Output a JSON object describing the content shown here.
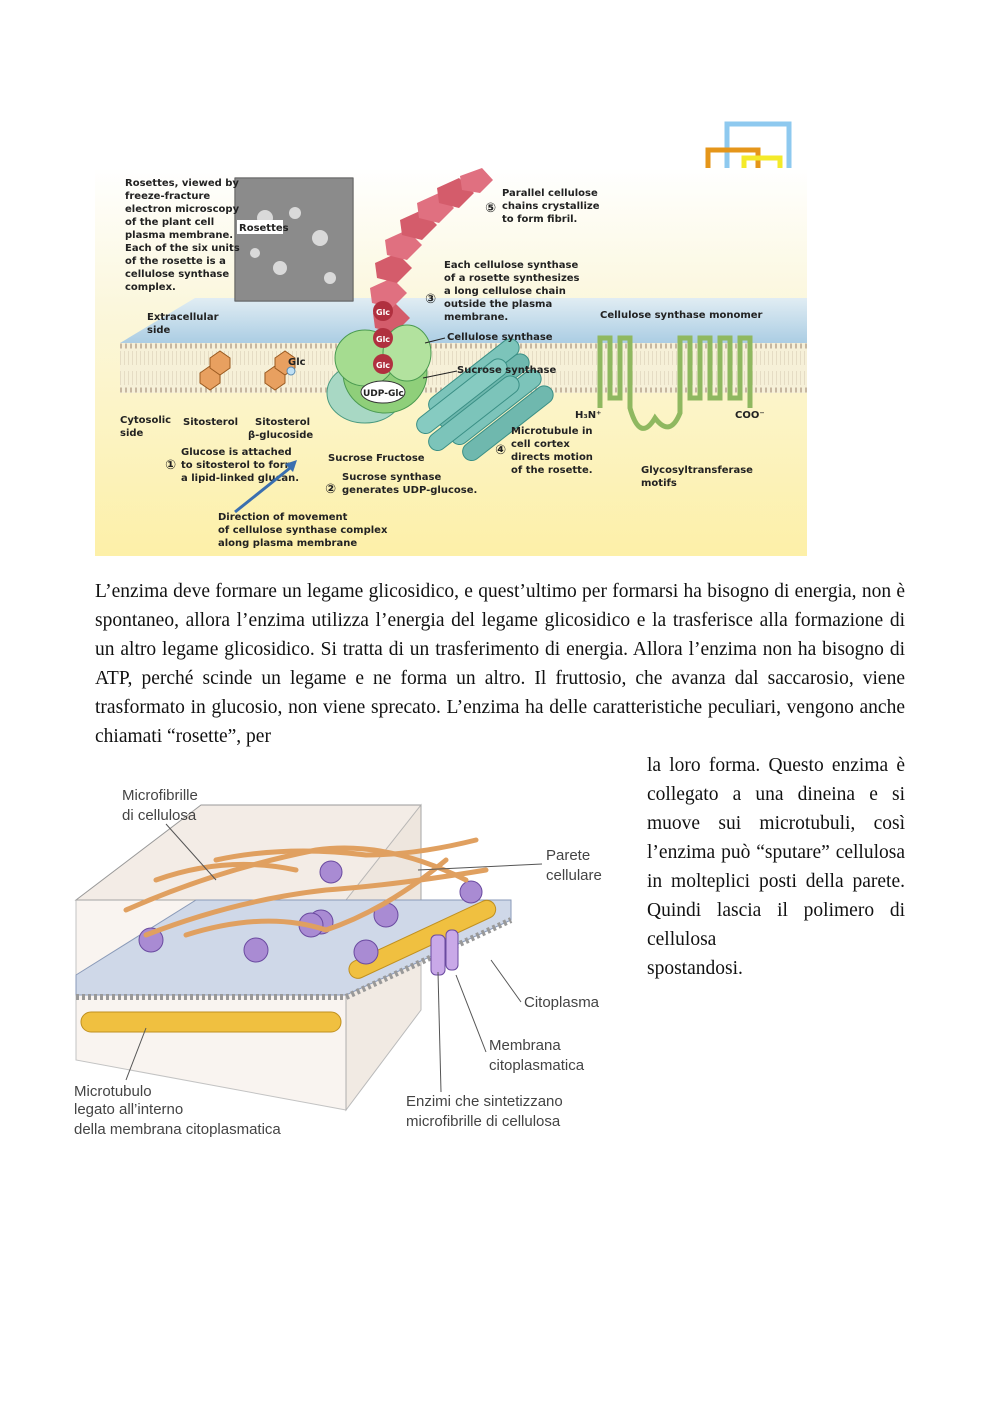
{
  "figure_top": {
    "labels": {
      "rosettes_caption": [
        "Rosettes, viewed by",
        "freeze-fracture",
        "electron microscopy",
        "of the plant cell",
        "plasma membrane.",
        "Each of the six units",
        "of the rosette is a",
        "cellulose synthase",
        "complex."
      ],
      "rosettes_tag": "Rosettes",
      "extracellular": [
        "Extracellular",
        "side"
      ],
      "cytosolic": [
        "Cytosolic",
        "side"
      ],
      "glc": "Glc",
      "udp_glc": "UDP-Glc",
      "sitosterol": "Sitosterol",
      "sitosterol_glucoside": [
        "Sitosterol",
        "β-glucoside"
      ],
      "step1": [
        "Glucose is attached",
        "to sitosterol to form",
        "a lipid-linked glucan."
      ],
      "step1_num": "①",
      "sucrose": "Sucrose",
      "fructose": "Fructose",
      "step2": [
        "Sucrose synthase",
        "generates UDP-glucose."
      ],
      "step2_num": "②",
      "direction": [
        "Direction of movement",
        "of cellulose synthase complex",
        "along plasma membrane"
      ],
      "step3": [
        "Each cellulose synthase",
        "of a rosette synthesizes",
        "a long cellulose chain",
        "outside the plasma",
        "membrane."
      ],
      "step3_num": "③",
      "step5": [
        "Parallel cellulose",
        "chains crystallize",
        "to form fibril."
      ],
      "step5_num": "⑤",
      "cellulose_synthase": "Cellulose synthase",
      "sucrose_synthase": "Sucrose synthase",
      "step4": [
        "Microtubule in",
        "cell cortex",
        "directs motion",
        "of the rosette."
      ],
      "step4_num": "④",
      "monomer": "Cellulose synthase monomer",
      "h3n": "H₃N⁺",
      "coo": "COO⁻",
      "glyco": [
        "Glycosyltransferase",
        "motifs"
      ]
    }
  },
  "text": {
    "paragraph1": "L’enzima deve formare un legame glicosidico, e quest’ultimo per formarsi ha bisogno di energia, non è spontaneo, allora l’enzima utilizza l’energia del legame glicosidico e la trasferisce alla formazione di un altro legame glicosidico. Si tratta di un trasferimento di energia. Allora l’enzima non ha bisogno di ATP, perché scinde un legame e ne forma un altro. Il fruttosio, che avanza dal saccarosio, viene trasformato in glucosio, non viene sprecato. L’enzima ha delle caratteristiche peculiari, vengono anche chiamati “rosette”, per",
    "paragraph2": "la loro forma. Questo enzima è collegato a una dineina e si muove sui microtubuli, così l’enzima può “sputare” cellulosa in molteplici posti della parete. Quindi lascia il polimero di cellulosa",
    "paragraph2_last": "spostandosi."
  },
  "figure_bottom": {
    "labels": {
      "microfibrille": [
        "Microfibrille",
        "di cellulosa"
      ],
      "parete": [
        "Parete",
        "cellulare"
      ],
      "citoplasma": "Citoplasma",
      "membrana": [
        "Membrana",
        "citoplasmatica"
      ],
      "microtubulo": [
        "Microtubulo",
        "legato all’interno",
        "della membrana citoplasmatica"
      ],
      "enzimi": [
        "Enzimi che sintetizzano",
        "microfibrille di cellulosa"
      ]
    }
  },
  "colors": {
    "logo_blue": "#8ec9ef",
    "logo_orange": "#e5961a",
    "logo_yellow": "#f4ea2a",
    "membrane_blue": "#a9cde8",
    "fig_bg_yellow": "#fdf1b4",
    "cellulose_red": "#c94a5a",
    "synthase_green": "#8fcf7a",
    "microtubule_teal": "#7cc4ba",
    "rosette_purple": "#a98bd3",
    "fibril_orange": "#e0a060"
  }
}
